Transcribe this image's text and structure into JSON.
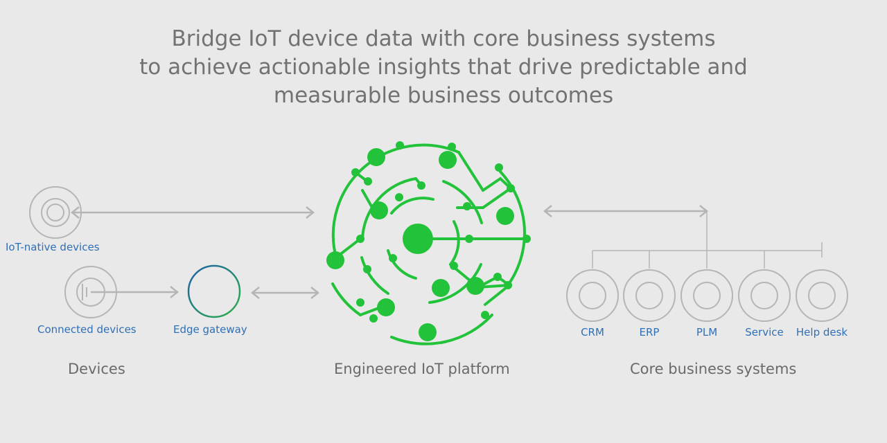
{
  "headline": {
    "line1": "Bridge IoT device data with core business systems",
    "line2": "to achieve actionable insights that drive predictable and",
    "line3": "measurable business outcomes"
  },
  "devices": {
    "iot_native": "IoT-native devices",
    "connected": "Connected devices",
    "edge_gateway": "Edge gateway",
    "section_title": "Devices"
  },
  "platform": {
    "section_title": "Engineered IoT platform"
  },
  "business": {
    "section_title": "Core business systems",
    "systems": [
      "CRM",
      "ERP",
      "PLM",
      "Service",
      "Help desk"
    ]
  },
  "colors": {
    "background": "#e9e9e9",
    "platform_green": "#22c33a",
    "label_blue": "#2f6fb6",
    "gateway_ring_blue": "#1f5fa8",
    "gateway_ring_green": "#2db04a",
    "connector_gray": "#b5b5b5",
    "text_gray": "#727272"
  },
  "icons": {
    "iot_native": "concentric-rings-icon",
    "connected": "device-plug-icon",
    "gateway": "ring-icon",
    "system": "concentric-rings-icon",
    "platform": "circuit-circle-icon"
  }
}
